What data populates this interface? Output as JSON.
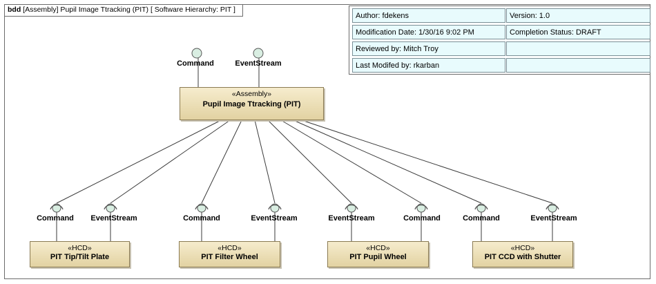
{
  "frame": {
    "kind": "bdd",
    "title": "[Assembly] Pupil Image Ttracking (PIT) [ Software Hierarchy: PIT ]"
  },
  "info_table": {
    "rows": [
      [
        "Author: fdekens",
        "Version: 1.0"
      ],
      [
        "Modification Date: 1/30/16 9:02 PM",
        "Completion Status: DRAFT"
      ],
      [
        "Reviewed by: Mitch Troy",
        ""
      ],
      [
        "Last Modifed by: rkarban",
        ""
      ]
    ]
  },
  "assembly": {
    "stereotype": "«Assembly»",
    "name": "Pupil Image Ttracking (PIT)",
    "ports": [
      "Command",
      "EventStream"
    ]
  },
  "components": [
    {
      "stereotype": "«HCD»",
      "name": "PIT Tip/Tilt Plate",
      "ports": [
        "Command",
        "EventStream"
      ]
    },
    {
      "stereotype": "«HCD»",
      "name": "PIT Filter Wheel",
      "ports": [
        "Command",
        "EventStream"
      ]
    },
    {
      "stereotype": "«HCD»",
      "name": "PIT Pupil Wheel",
      "ports": [
        "EventStream",
        "Command"
      ]
    },
    {
      "stereotype": "«HCD»",
      "name": "PIT CCD with Shutter",
      "ports": [
        "Command",
        "EventStream"
      ]
    }
  ],
  "colors": {
    "block_fill_top": "#f6eccd",
    "block_fill_bottom": "#e2d2a2",
    "table_fill": "#e8fbfd",
    "port_fill": "#d9eee2"
  }
}
